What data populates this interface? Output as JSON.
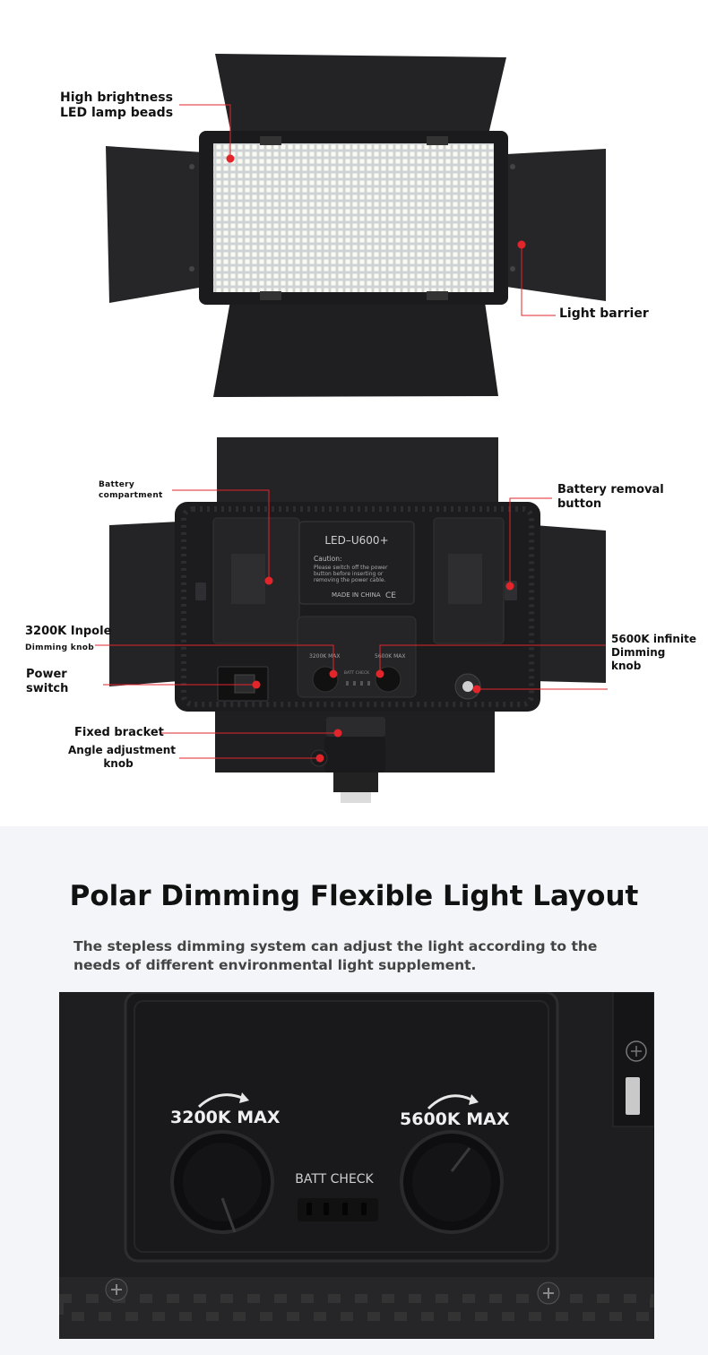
{
  "front_view": {
    "callouts": {
      "led_beads": "High brightness\nLED lamp beads",
      "light_barrier": "Light barrier"
    }
  },
  "back_view": {
    "callouts": {
      "battery_compartment": "Battery\ncompartment",
      "battery_removal_button": "Battery removal\nbutton",
      "inpole_3200k_title": "3200K Inpole",
      "inpole_3200k_sub": "Dimming knob",
      "infinite_5600k": "5600K infinite\nDimming\nknob",
      "power_switch": "Power\nswitch",
      "fixed_bracket": "Fixed bracket",
      "angle_adjustment_knob": "Angle adjustment\nknob"
    },
    "panel_print": {
      "model": "LED–U600+",
      "caution_title": "Caution:",
      "caution_line1": "Please switch off the power",
      "caution_line2": "button before inserting or",
      "caution_line3": "removing the power cable.",
      "made_in": "MADE IN CHINA",
      "ce_mark": "CE",
      "knob_left_label": "3200K  MAX",
      "knob_right_label": "5600K  MAX",
      "batt_check": "BATT CHECK"
    }
  },
  "feature": {
    "headline": "Polar Dimming Flexible Light Layout",
    "description": "The stepless dimming system can adjust the light according to the needs of different environmental light supplement.",
    "closeup": {
      "left_knob_label": "3200K  MAX",
      "right_knob_label": "5600K  MAX",
      "batt_check": "BATT CHECK"
    }
  },
  "colors": {
    "callout_line": "#e1252b",
    "callout_dot": "#e1252b",
    "panel_black": "#1c1c1e",
    "lower_background": "#f4f5f9"
  }
}
